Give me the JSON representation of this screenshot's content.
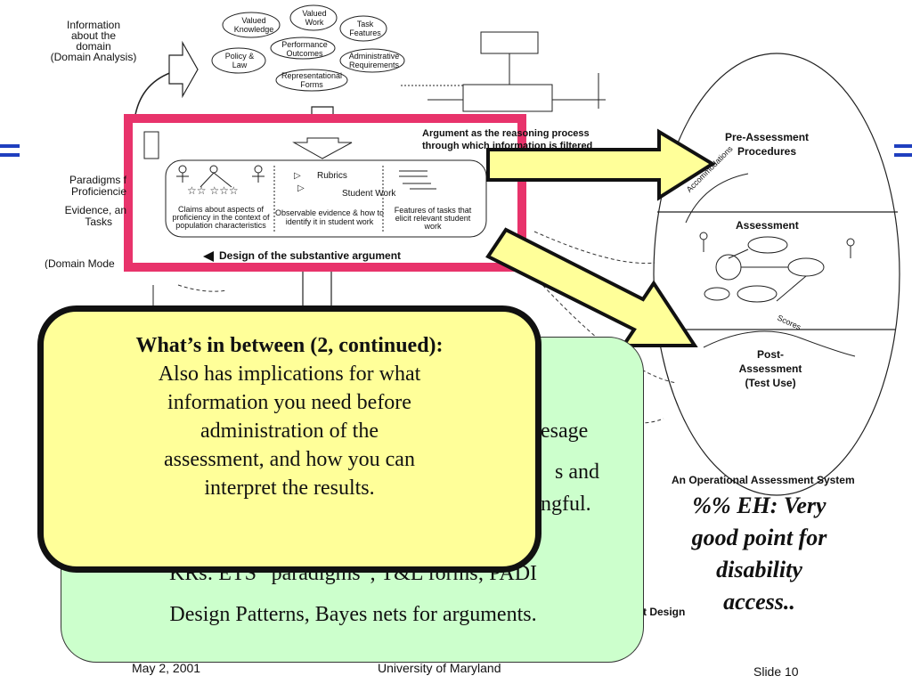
{
  "diagram": {
    "domain_analysis": [
      "Information",
      "about the",
      "domain",
      "(Domain Analysis)"
    ],
    "domain_model": [
      "Paradigms f",
      "Proficiencie",
      "Evidence, an",
      "Tasks"
    ],
    "domain_model_label": "(Domain Mode",
    "clouds": [
      "Valued Knowledge",
      "Valued Work",
      "Task Features",
      "Performance Outcomes",
      "Policy & Law",
      "Administrative Requirements",
      "Representational Forms"
    ],
    "argument_note": "Argument as the reasoning process through which information is filtered",
    "rubrics": "Rubrics",
    "student_work": "Student Work",
    "claims": "Claims about aspects of proficiency in the context of population characteristics",
    "observable": "Observable evidence & how to identify it in student work",
    "features": "Features of tasks that elicit relevant student work",
    "design_label": "Design of the substantive argument",
    "pre_assessment": [
      "Pre-Assessment",
      "Procedures"
    ],
    "assessment": "Assessment",
    "post_assessment": [
      "Post-",
      "Assessment",
      "(Test Use)"
    ],
    "accommodations": "Accommodations",
    "scores": "Scores",
    "operational": "An Operational Assessment System",
    "t_design": "t Design"
  },
  "green_callout": {
    "frag1": "esage",
    "frag2": "s and",
    "frag3": "ngful.",
    "frag4": ")",
    "line1": "KRs: ETS “paradigms”; T&L forms; PADI",
    "line2": "Design Patterns, Bayes nets for arguments."
  },
  "yellow_callout": {
    "title": "What’s in between (2, continued):",
    "line1": "Also has implications for what",
    "line2": "information you need before",
    "line3": "administration of the",
    "line4": "assessment, and how you can",
    "line5": "interpret the results."
  },
  "note": {
    "line1": "%% EH: Very",
    "line2": "good point for",
    "line3": "disability",
    "line4": "access.."
  },
  "footer": {
    "date": "May 2, 2001",
    "institution": "University of Maryland",
    "slide": "Slide 10"
  },
  "colors": {
    "highlight_box": "#e8336b",
    "arrow_fill": "#ffff99",
    "green_callout": "#ccffcc",
    "yellow_callout": "#ffff99",
    "side_markers": "#1f3fbf"
  }
}
